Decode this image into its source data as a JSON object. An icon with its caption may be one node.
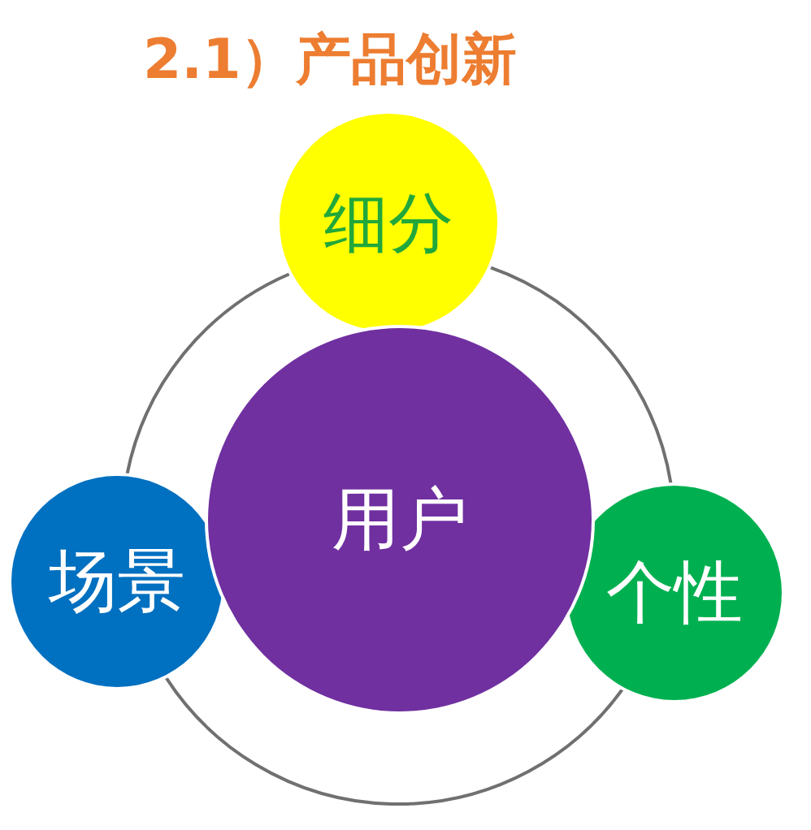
{
  "diagram": {
    "title": "2.1）产品创新",
    "nodes": [
      {
        "text": [
          "细分"
        ]
      },
      {
        "text": [
          "用户"
        ]
      },
      {
        "text": [
          "场景"
        ]
      },
      {
        "text": [
          "个性"
        ]
      }
    ],
    "edges": [
      {
        "from": 0,
        "to": 2,
        "arrow": "none"
      },
      {
        "from": 0,
        "to": 3,
        "arrow": "none"
      },
      {
        "from": 2,
        "to": 3,
        "arrow": "none"
      }
    ]
  }
}
